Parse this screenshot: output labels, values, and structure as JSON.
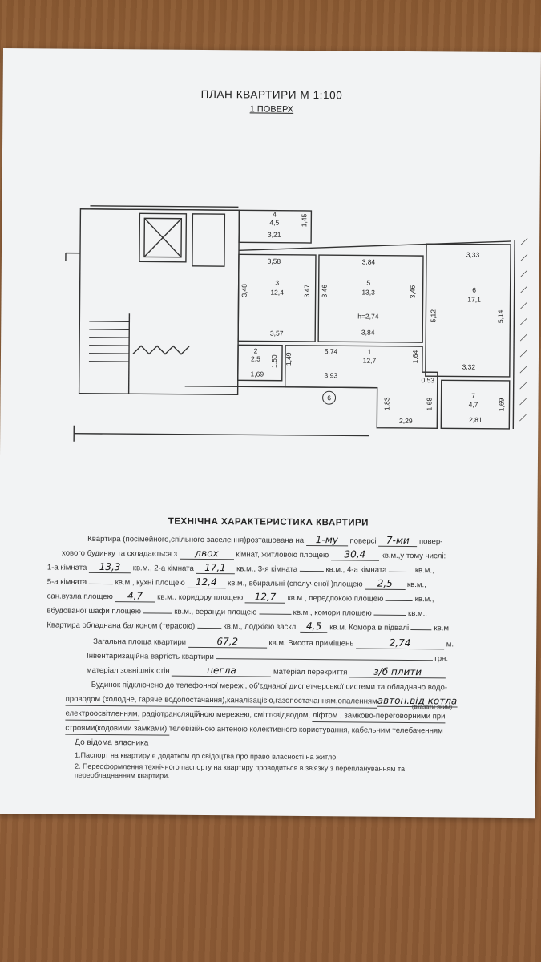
{
  "title": "ПЛАН КВАРТИРИ М 1:100",
  "floor": "1 ПОВЕРХ",
  "plan": {
    "room4": {
      "num": "4",
      "area": "4,5",
      "dims": [
        "3,21",
        "1,45"
      ]
    },
    "room3": {
      "num": "3",
      "area": "12,4",
      "dims": [
        "3,58",
        "3,48",
        "3,47",
        "3,57"
      ]
    },
    "room5": {
      "num": "5",
      "area": "13,3",
      "dims": [
        "3,84",
        "3,46",
        "3,46",
        "3,84"
      ],
      "height": "h=2,74"
    },
    "room6": {
      "num": "6",
      "area": "17,1",
      "dims": [
        "3,33",
        "5,12",
        "5,14",
        "3,32"
      ]
    },
    "room2": {
      "num": "2",
      "area": "2,5",
      "dims": [
        "1,50",
        "1,69"
      ]
    },
    "room1": {
      "num": "1",
      "area": "12,7",
      "dims": [
        "1,49",
        "5,74",
        "1,64",
        "3,93",
        "1,83",
        "2,29",
        "0,53",
        "1,68"
      ]
    },
    "room7": {
      "num": "7",
      "area": "4,7",
      "dims": [
        "1,69",
        "2,81"
      ]
    },
    "axis": "6"
  },
  "tech_title": "ТЕХНІЧНА ХАРАКТЕРИСТИКА КВАРТИРИ",
  "form": {
    "l1a": "Квартира (посімейного,спільного заселення)розташована на",
    "floor_no": "1-му",
    "l1b": "поверсі",
    "floors_total": "7-ми",
    "l1c": "повер-",
    "l2a": "хового будинку та складається з",
    "rooms": "двох",
    "l2b": "кімнат, житловою площею",
    "living": "30,4",
    "l2c": "кв.м.,у тому числі:",
    "l3a": "1-а кімната",
    "r1": "13,3",
    "l3b": "кв.м., 2-а кімната",
    "r2": "17,1",
    "l3c": "кв.м., 3-я кімната",
    "l3d": "кв.м., 4-а кімната",
    "l3e": "кв.м.,",
    "l4a": "5-а кімната",
    "l4b": "кв.м.,   кухні площею",
    "kitchen": "12,4",
    "l4c": "кв.м.,   вбиральні (сполученої )площею",
    "wc": "2,5",
    "l4d": "кв.м.,",
    "l5a": "сан.вузла площею",
    "bath": "4,7",
    "l5b": "кв.м., коридору площею",
    "corridor": "12,7",
    "l5c": "кв.м.,   передпокою площею",
    "l5d": "кв.м.,",
    "l6a": "вбудованої шафи площею",
    "l6b": "кв.м., веранди площею",
    "l6c": "кв.м., комори площею",
    "l6d": "кв.м.,",
    "l7a": "Квартира обладнана балконом (терасою)",
    "l7b": "кв.м., лоджією заскл.",
    "loggia": "4,5",
    "l7c": "кв.м. Комора в підвалі",
    "l7d": "кв.м",
    "l8a": "Загальна площа квартири",
    "total": "67,2",
    "l8b": "кв.м. Висота приміщень",
    "height": "2,74",
    "l8c": "м.",
    "l9a": "Інвентаризаційна вартість квартири",
    "l9b": "грн.",
    "l10a": "матеріал зовнішніх стін",
    "walls": "цегла",
    "l10b": "матеріал перекриття",
    "floors_mat": "з/б плити",
    "l11a": "Будинок підключено до телефонної мережі, об'єднаної диспетчерської  системи та обладнано  водо-",
    "l12a": "проводом (холодне, гаряче водопостачання),",
    "l12b": "каналізацією,газопостачанням,",
    "l12c": "опаленням",
    "heating": "автон.від котла",
    "l12note": "(вказати яким)",
    "l13a": "електроосвітленням,",
    "l13b": "радіотрансляційною мережею, сміттєвідводом,",
    "l13c": "ліфтом , замково-переговорними  при",
    "l14a": "строями(кодовими замками),",
    "l14b": "телевізійною антеною колективного користування, кабельним телебаченням",
    "owner": "До відома власника",
    "n1": "1.Паспорт на квартиру є додатком до свідоцтва про право власності на житло.",
    "n2": "2. Переоформлення технічного паспорту на квартиру проводиться в зв'язку з переплануванням та",
    "n3": "переобладнанням квартири."
  }
}
